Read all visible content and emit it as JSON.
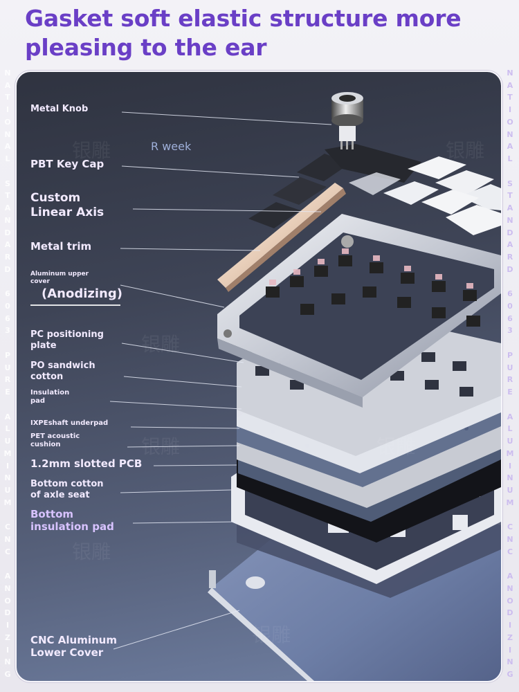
{
  "headline": "Gasket soft elastic structure more pleasing to the ear",
  "brand": "R week",
  "watermark_text": "银雕",
  "side_left": "NATIONAL STANDARD 6063 PURE ALUMINUM CNC ANODIZING",
  "side_right": "NATIONAL STANDARD 6063 PURE ALUMINUM CNC ANODIZING",
  "labels": {
    "metal_knob": "Metal Knob",
    "pbt_keycap": "PBT Key Cap",
    "linear_axis_1": "Custom",
    "linear_axis_2": "Linear Axis",
    "metal_trim": "Metal trim",
    "aluminum_cover_1": "Aluminum upper",
    "aluminum_cover_2": "cover",
    "anodizing": "(Anodizing)",
    "pc_plate_1": "PC positioning",
    "pc_plate_2": "plate",
    "po_cotton_1": "PO sandwich",
    "po_cotton_2": "cotton",
    "insulation_pad_1": "Insulation",
    "insulation_pad_2": "pad",
    "ixpe": "IXPEshaft underpad",
    "pet_1": "PET acoustic",
    "pet_2": "cushion",
    "pcb": "1.2mm slotted PCB",
    "bottom_cotton_1": "Bottom cotton",
    "bottom_cotton_2": "of axle seat",
    "bottom_pad_1": "Bottom",
    "bottom_pad_2": "insulation pad",
    "cnc_1": "CNC Aluminum",
    "cnc_2": "Lower Cover"
  },
  "colors": {
    "headline": "#6a3fc6",
    "label": "#f2eaff",
    "label_violet": "#d8c3ff",
    "panel_top": "#2f3340",
    "panel_bottom": "#7080a3"
  }
}
